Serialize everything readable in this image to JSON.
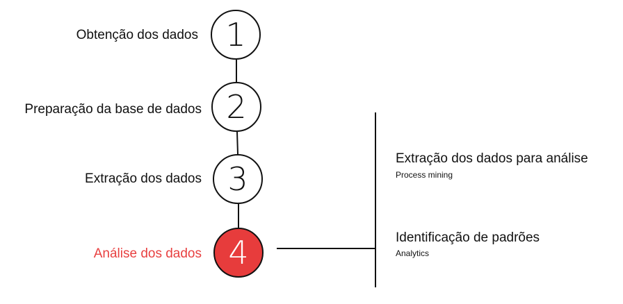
{
  "steps": [
    {
      "number": "1",
      "label": "Obtenção dos dados",
      "active": false
    },
    {
      "number": "2",
      "label": "Preparação da base de dados",
      "active": false
    },
    {
      "number": "3",
      "label": "Extração dos dados",
      "active": false
    },
    {
      "number": "4",
      "label": "Análise dos dados",
      "active": true
    }
  ],
  "branches": [
    {
      "title": "Extração dos dados para análise",
      "subtitle": "Process mining"
    },
    {
      "title": "Identificação de padrões",
      "subtitle": "Analytics"
    }
  ],
  "colors": {
    "accent": "#e73c3c",
    "accent_text": "#e84040",
    "line": "#111111",
    "text": "#111111"
  }
}
